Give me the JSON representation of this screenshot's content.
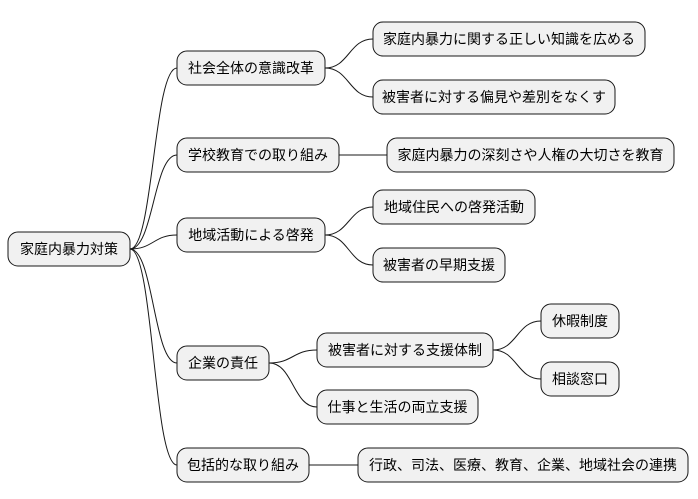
{
  "diagram": {
    "type": "mindmap",
    "root": {
      "label": "家庭内暴力対策",
      "children": [
        {
          "label": "社会全体の意識改革",
          "children": [
            {
              "label": "家庭内暴力に関する正しい知識を広める"
            },
            {
              "label": "被害者に対する偏見や差別をなくす"
            }
          ]
        },
        {
          "label": "学校教育での取り組み",
          "children": [
            {
              "label": "家庭内暴力の深刻さや人権の大切さを教育"
            }
          ]
        },
        {
          "label": "地域活動による啓発",
          "children": [
            {
              "label": "地域住民への啓発活動"
            },
            {
              "label": "被害者の早期支援"
            }
          ]
        },
        {
          "label": "企業の責任",
          "children": [
            {
              "label": "被害者に対する支援体制",
              "children": [
                {
                  "label": "休暇制度"
                },
                {
                  "label": "相談窓口"
                }
              ]
            },
            {
              "label": "仕事と生活の両立支援"
            }
          ]
        },
        {
          "label": "包括的な取り組み",
          "children": [
            {
              "label": "行政、司法、医療、教育、企業、地域社会の連携"
            }
          ]
        }
      ]
    }
  }
}
